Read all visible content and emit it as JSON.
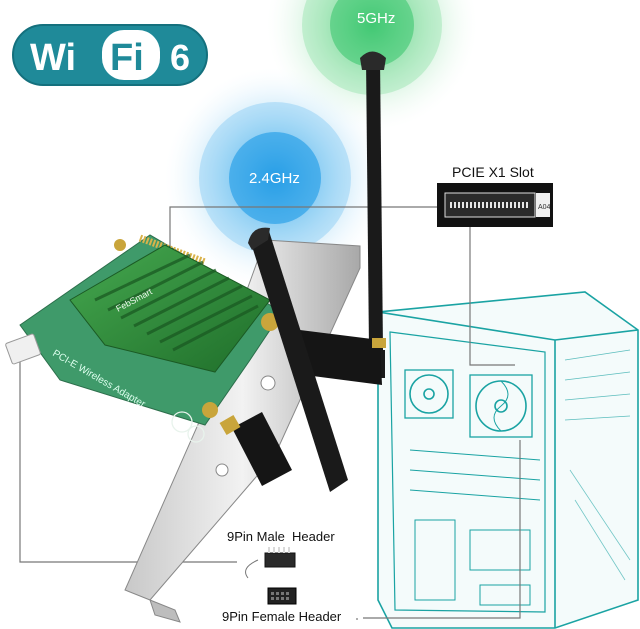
{
  "badge": {
    "wi": "Wi",
    "fi": "Fi",
    "version": "6"
  },
  "bands": {
    "band_5": "5GHz",
    "band_24": "2.4GHz"
  },
  "callouts": {
    "pcie_slot": "PCIE X1 Slot",
    "male_header": "9Pin Male  Header",
    "female_header": "9Pin Female Header"
  },
  "card": {
    "brand": "FebSmart",
    "product_line": "PCI-E Wireless Adapter",
    "slot_marking": "A04"
  },
  "colors": {
    "badge_teal": "#1f8a99",
    "signal_blue": "#2aa9e6",
    "signal_green": "#5ccf7e",
    "heatsink_green": "#2f8f3c",
    "pcb_green": "#3f9a6a",
    "case_outline": "#1aa3a3",
    "antenna_black": "#1a1a1a"
  }
}
